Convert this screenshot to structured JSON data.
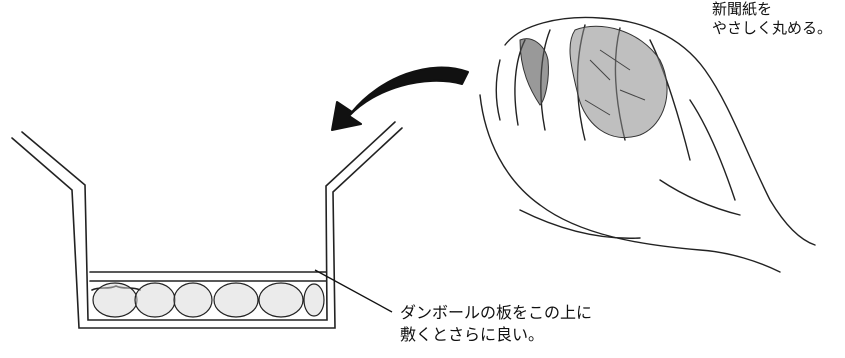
{
  "illustration": {
    "caption_top": [
      "新聞紙を",
      "やさしく丸める。"
    ],
    "caption_bottom": [
      "ダンボールの板をこの上に",
      "敷くとさらに良い。"
    ],
    "colors": {
      "ink": "#111111",
      "paper": "#ffffff"
    }
  }
}
